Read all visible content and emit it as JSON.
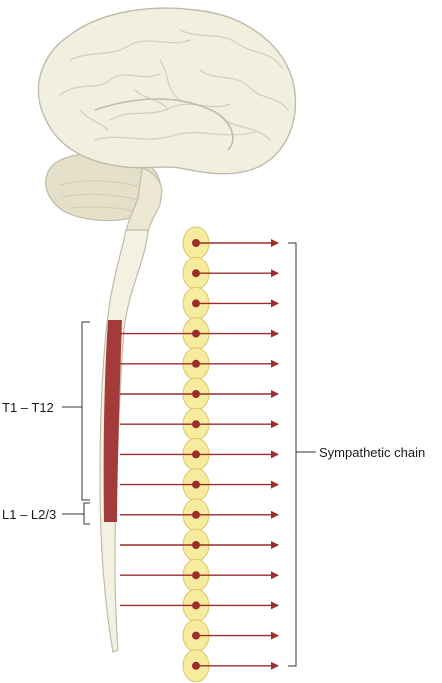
{
  "labels": {
    "thoracic": "T1 – T12",
    "lumbar": "L1 – L2/3",
    "chain": "Sympathetic chain"
  },
  "ganglia_count": 15,
  "colors": {
    "brain_fill": "#f1efdf",
    "brain_outline": "#bfbca8",
    "cerebellum_fill": "#e3dfc8",
    "cord_fill": "#f4f1e2",
    "cord_segment": "#a23b3a",
    "ganglion_fill": "#f7ec9d",
    "ganglion_outline": "#d8c76a",
    "arrow": "#9b2d2d",
    "bracket": "#333333"
  }
}
